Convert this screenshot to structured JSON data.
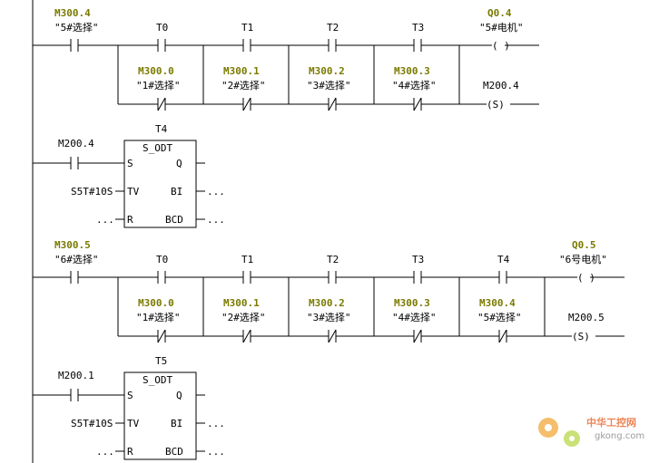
{
  "networks": [
    {
      "series_contact": {
        "address": "M300.4",
        "comment": "\"5#选择\""
      },
      "chain": [
        {
          "timer": "T0",
          "address": "M300.0",
          "comment": "\"1#选择\""
        },
        {
          "timer": "T1",
          "address": "M300.1",
          "comment": "\"2#选择\""
        },
        {
          "timer": "T2",
          "address": "M300.2",
          "comment": "\"3#选择\""
        },
        {
          "timer": "T3",
          "address": "M300.3",
          "comment": "\"4#选择\""
        }
      ],
      "coil": {
        "address": "Q0.4",
        "comment": "\"5#电机\"",
        "symbol": "( )"
      },
      "set_coil": {
        "address": "M200.4",
        "symbol": "(S)"
      },
      "timer_block": {
        "name": "T4",
        "type": "S_ODT",
        "contact": "M200.4",
        "pins": {
          "s": "S",
          "q": "Q",
          "tv": "TV",
          "bi": "BI",
          "r": "R",
          "bcd": "BCD"
        },
        "tv_value": "S5T#10S",
        "open": "..."
      }
    },
    {
      "series_contact": {
        "address": "M300.5",
        "comment": "\"6#选择\""
      },
      "chain": [
        {
          "timer": "T0",
          "address": "M300.0",
          "comment": "\"1#选择\""
        },
        {
          "timer": "T1",
          "address": "M300.1",
          "comment": "\"2#选择\""
        },
        {
          "timer": "T2",
          "address": "M300.2",
          "comment": "\"3#选择\""
        },
        {
          "timer": "T3",
          "address": "M300.3",
          "comment": "\"4#选择\""
        },
        {
          "timer": "T4",
          "address": "M300.4",
          "comment": "\"5#选择\""
        }
      ],
      "coil": {
        "address": "Q0.5",
        "comment": "\"6号电机\"",
        "symbol": "( )"
      },
      "set_coil": {
        "address": "M200.5",
        "symbol": "(S)"
      },
      "timer_block": {
        "name": "T5",
        "type": "S_ODT",
        "contact": "M200.1",
        "pins": {
          "s": "S",
          "q": "Q",
          "tv": "TV",
          "bi": "BI",
          "r": "R",
          "bcd": "BCD"
        },
        "tv_value": "S5T#10S",
        "open": "..."
      }
    }
  ],
  "watermark": {
    "name": "中华工控网",
    "url": "gkong.com"
  }
}
